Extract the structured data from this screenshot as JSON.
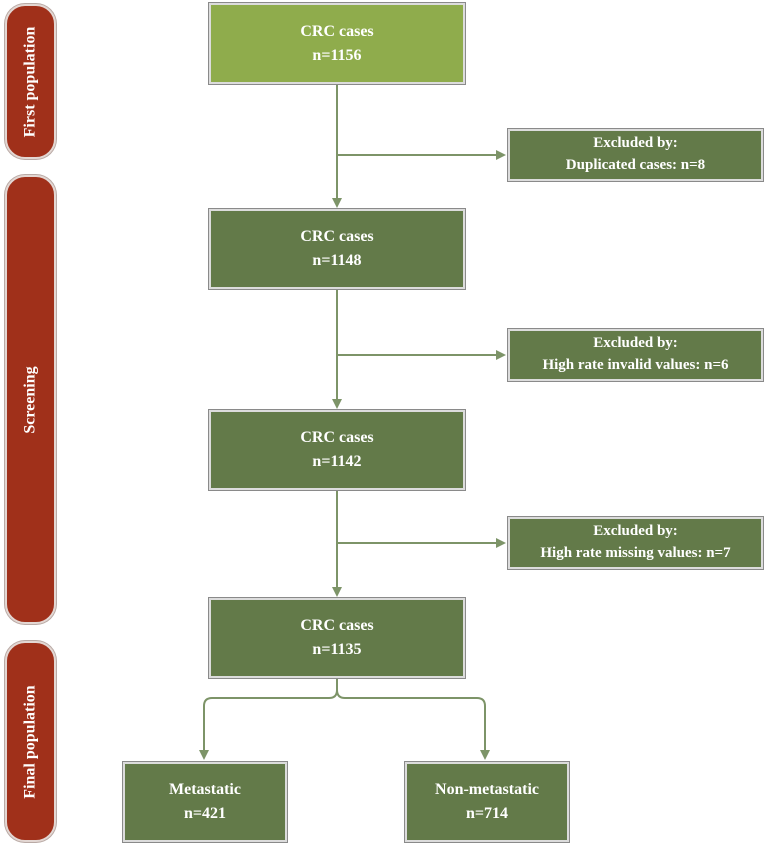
{
  "phases": {
    "first": "First population",
    "screening": "Screening",
    "final": "Final population"
  },
  "boxes": {
    "b1": {
      "title": "CRC cases",
      "n": "n=1156"
    },
    "b2": {
      "title": "CRC cases",
      "n": "n=1148"
    },
    "b3": {
      "title": "CRC cases",
      "n": "n=1142"
    },
    "b4": {
      "title": "CRC cases",
      "n": "n=1135"
    },
    "metastatic": {
      "title": "Metastatic",
      "n": "n=421"
    },
    "non_metastatic": {
      "title": "Non-metastatic",
      "n": "n=714"
    }
  },
  "exclusions": {
    "e1": {
      "title": "Excluded by:",
      "reason": "Duplicated cases: n=8"
    },
    "e2": {
      "title": "Excluded by:",
      "reason": "High rate invalid values: n=6"
    },
    "e3": {
      "title": "Excluded by:",
      "reason": "High rate missing values: n=7"
    }
  },
  "colors": {
    "phase_fill": "#a0301a",
    "top_box_fill": "#8fac4c",
    "box_fill": "#637a49",
    "connector": "#7d9468"
  }
}
